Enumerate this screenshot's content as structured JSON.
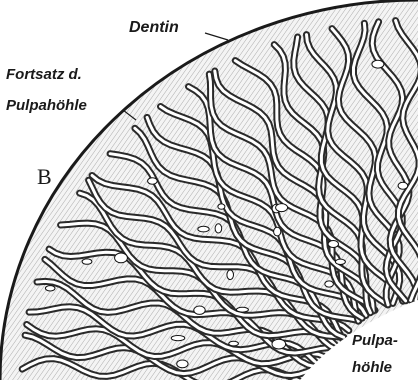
{
  "labels": {
    "dentin": "Dentin",
    "fortsatz_line1": "Fortsatz d.",
    "fortsatz_line2": "Pulpahöhle",
    "panel_letter": "B",
    "pulpa_line1": "Pulpa-",
    "pulpa_line2": "höhle"
  },
  "colors": {
    "background": "#ffffff",
    "ink": "#1a1a1a",
    "tissue": "#f2f2f2",
    "folds": "#222222"
  }
}
